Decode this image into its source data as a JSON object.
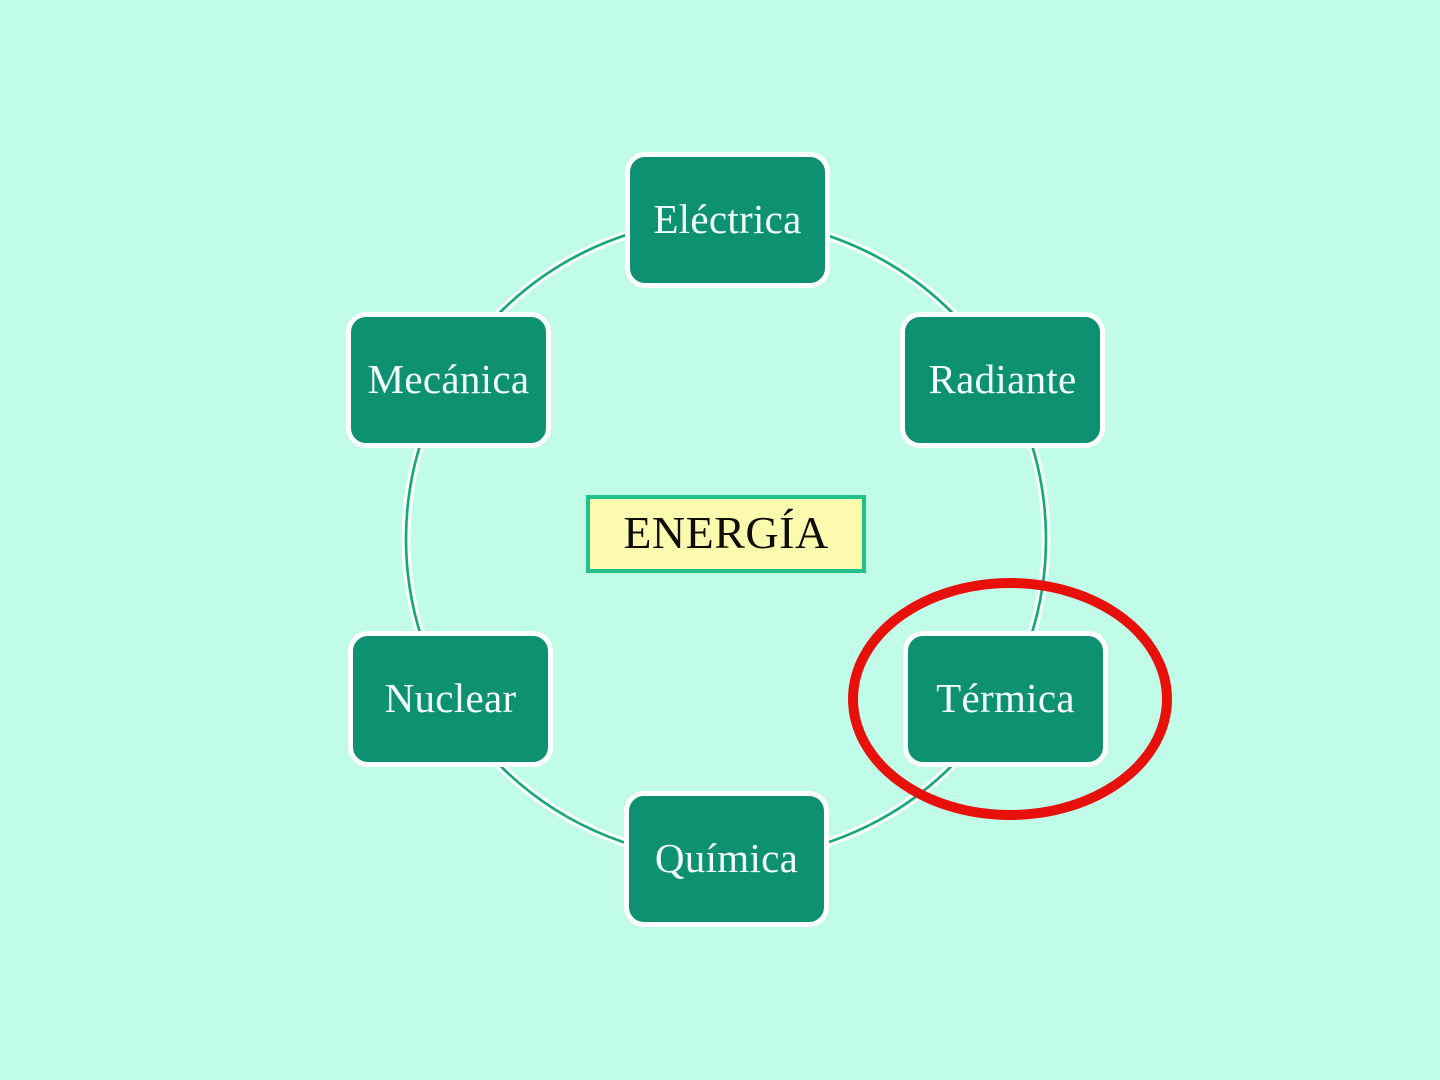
{
  "diagram": {
    "title": "ENERGÍA",
    "center": {
      "label": "ENERGÍA",
      "fill_color": "#fbfaae",
      "border_color": "#24c08a",
      "text_color": "#100d04"
    },
    "background_color": "#c0fce8",
    "node_fill_color": "#0e9170",
    "node_border_color": "#ffffff",
    "node_text_color": "#f2fffa",
    "connector_color": "#12a877",
    "highlight_color": "#e8100a",
    "nodes": [
      {
        "label": "Eléctrica",
        "position": "top"
      },
      {
        "label": "Radiante",
        "position": "top-right"
      },
      {
        "label": "Térmica",
        "position": "bottom-right"
      },
      {
        "label": "Química",
        "position": "bottom"
      },
      {
        "label": "Nuclear",
        "position": "bottom-left"
      },
      {
        "label": "Mecánica",
        "position": "top-left"
      }
    ],
    "highlight": {
      "shape": "ellipse",
      "target_label": "Térmica",
      "color": "#e8100a"
    }
  }
}
